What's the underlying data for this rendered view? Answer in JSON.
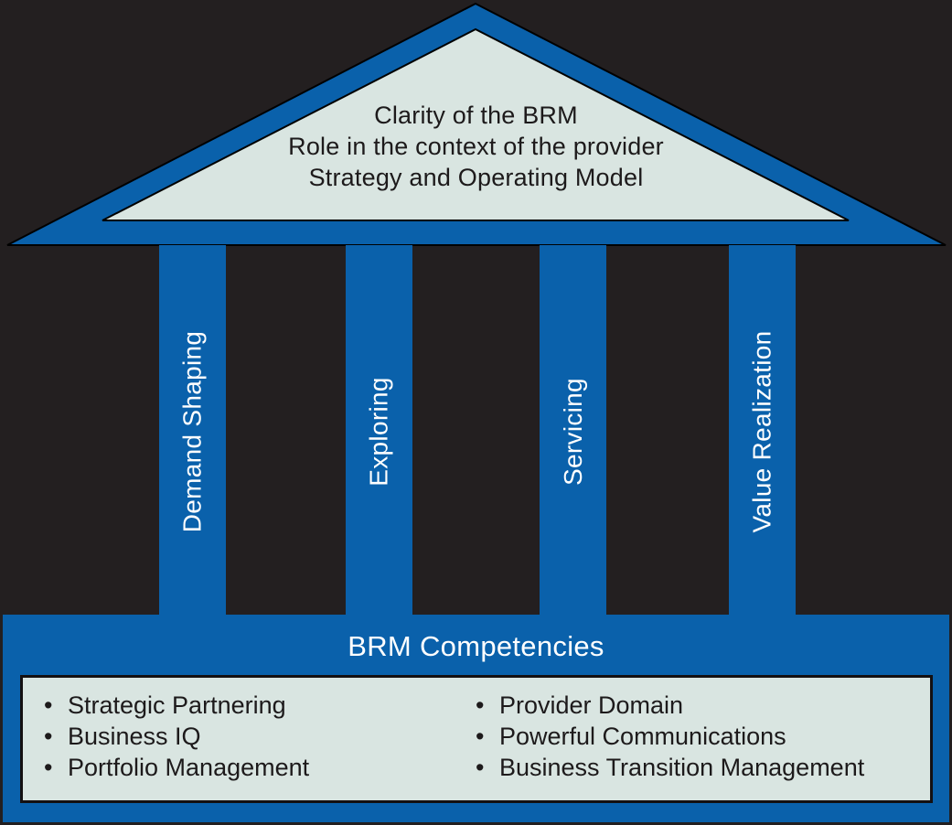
{
  "colors": {
    "background": "#231f20",
    "brand_blue": "#0a61ab",
    "panel_light": "#d9e5e1",
    "text_dark": "#1d1a1b",
    "text_light": "#ffffff"
  },
  "pediment": {
    "lines": [
      "Clarity of the BRM",
      "Role in the context of the provider",
      "Strategy and Operating Model"
    ]
  },
  "pillars": [
    {
      "label": "Demand Shaping"
    },
    {
      "label": "Exploring"
    },
    {
      "label": "Servicing"
    },
    {
      "label": "Value Realization"
    }
  ],
  "base": {
    "title": "BRM Competencies",
    "bullet": "•",
    "left_items": [
      "Strategic Partnering",
      "Business IQ",
      "Portfolio Management"
    ],
    "right_items": [
      "Provider Domain",
      "Powerful Communications",
      "Business Transition Management"
    ]
  }
}
